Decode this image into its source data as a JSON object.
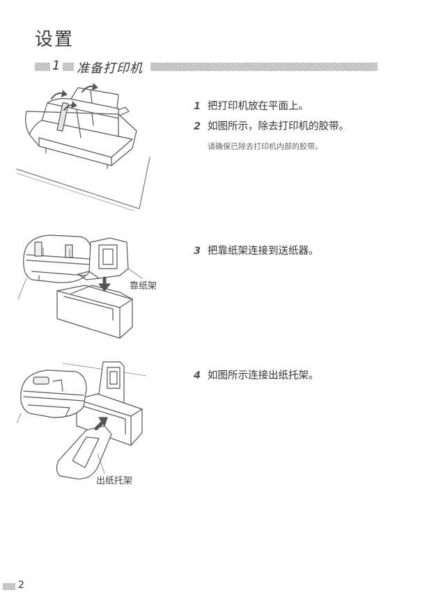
{
  "page": {
    "title": "设置",
    "number": "2"
  },
  "section": {
    "number": "1",
    "title": "准备打印机"
  },
  "steps": [
    {
      "num": "1",
      "text": "把打印机放在平面上。"
    },
    {
      "num": "2",
      "text": "如图所示，除去打印机的胶带。"
    },
    {
      "num": "3",
      "text": "把靠纸架连接到送纸器。"
    },
    {
      "num": "4",
      "text": "如图所示连接出纸托架。"
    }
  ],
  "note": "请确保已除去打印机内部的胶带。",
  "callouts": {
    "paper_support": "靠纸架",
    "output_tray": "出纸托架"
  },
  "icons": [
    "printer-tape-removal-illustration",
    "paper-support-illustration",
    "output-tray-illustration"
  ]
}
